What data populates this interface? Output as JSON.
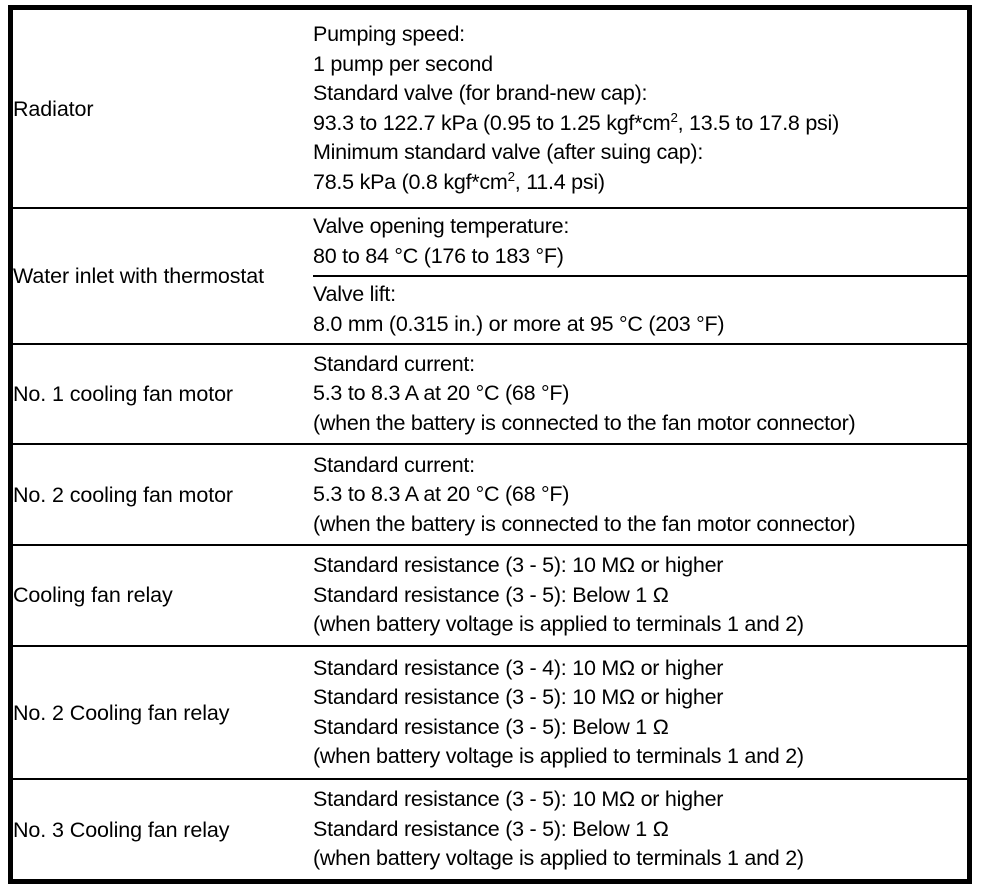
{
  "table": {
    "rows": [
      {
        "label": "Radiator",
        "groups": [
          {
            "lines": [
              "Pumping speed:",
              "1 pump per second",
              "Standard valve (for brand-new cap):",
              "93.3 to 122.7 kPa (0.95 to 1.25 kgf*cm<sup>2</sup>, 13.5 to 17.8 psi)",
              "Minimum standard valve (after suing cap):",
              "78.5 kPa (0.8 kgf*cm<sup>2</sup>, 11.4 psi)"
            ]
          }
        ]
      },
      {
        "label": "Water inlet with thermostat",
        "groups": [
          {
            "lines": [
              "Valve opening temperature:",
              "80 to 84 °C (176 to 183 °F)"
            ]
          },
          {
            "lines": [
              "Valve lift:",
              "8.0 mm (0.315 in.) or more at 95 °C (203 °F)"
            ]
          }
        ]
      },
      {
        "label": "No. 1 cooling fan motor",
        "groups": [
          {
            "lines": [
              "Standard current:",
              "5.3 to 8.3 A at 20 °C (68 °F)",
              "(when the battery is connected to the fan motor connector)"
            ]
          }
        ]
      },
      {
        "label": "No. 2 cooling fan motor",
        "groups": [
          {
            "lines": [
              "Standard current:",
              "5.3 to 8.3 A at 20 °C (68 °F)",
              "(when the battery is connected to the fan motor connector)"
            ]
          }
        ]
      },
      {
        "label": "Cooling fan relay",
        "groups": [
          {
            "lines": [
              "Standard resistance (3 - 5): 10 MΩ or higher",
              "Standard resistance (3 - 5): Below 1 Ω",
              "(when battery voltage is applied to terminals 1 and 2)"
            ]
          }
        ]
      },
      {
        "label": "No. 2 Cooling fan relay",
        "groups": [
          {
            "lines": [
              "Standard resistance (3 - 4): 10 MΩ or higher",
              "Standard resistance (3 - 5): 10 MΩ or higher",
              "Standard resistance (3 - 5): Below 1 Ω",
              "(when battery voltage is applied to terminals 1 and 2)"
            ]
          }
        ]
      },
      {
        "label": "No. 3 Cooling fan relay",
        "groups": [
          {
            "lines": [
              "Standard resistance (3 - 5): 10 MΩ or higher",
              "Standard resistance (3 - 5): Below 1 Ω",
              "(when battery voltage is applied to terminals 1 and 2)"
            ]
          }
        ]
      }
    ]
  },
  "colors": {
    "border": "#000000",
    "text": "#000000",
    "background": "#ffffff"
  }
}
